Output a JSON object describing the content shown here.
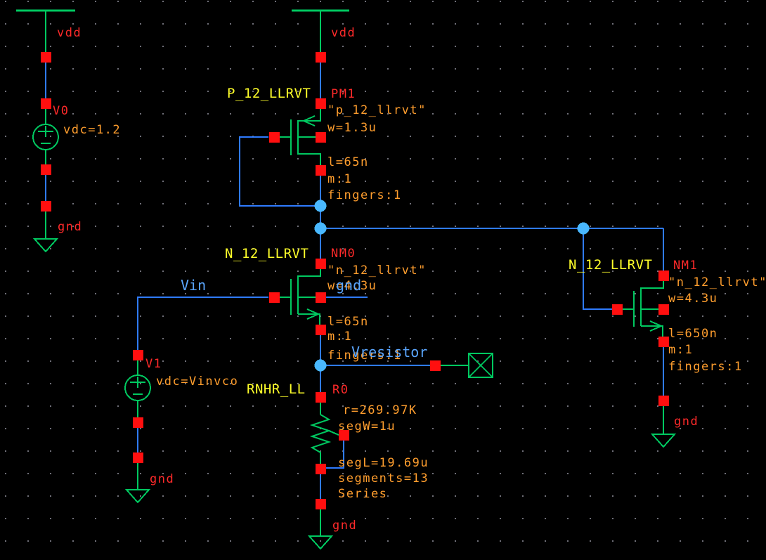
{
  "app": "schematic-editor-canvas",
  "colors": {
    "background": "#000000",
    "wire": "#2f7bff",
    "net_label": "#5aa6ff",
    "solder_dot": "#49b8ff",
    "device_green": "#00c860",
    "pin_red": "#ff0f0f",
    "instance_label_red": "#ff2a2a",
    "property_text_orange": "#ff9e2e",
    "cell_name_yellow": "#ffff2a",
    "grid_dot": "#6f6f78"
  },
  "nets": {
    "vin": "Vin",
    "vresistor": "Vresistor",
    "nm0_bulk_gnd": "gnd"
  },
  "v0": {
    "rail": "vdd",
    "name": "V0",
    "value": "vdc=1.2",
    "gnd": "gnd"
  },
  "v1": {
    "name": "V1",
    "value": "vdc=Vinvco",
    "gnd": "gnd"
  },
  "pm1": {
    "rail": "vdd",
    "cell": "P_12_LLRVT",
    "name": "PM1",
    "model": "\"p_12_llrvt\"",
    "w": "w=1.3u",
    "l": "l=65n",
    "m": "m:1",
    "fingers": "fingers:1"
  },
  "nm0": {
    "cell": "N_12_LLRVT",
    "name": "NM0",
    "model": "\"n_12_llrvt\"",
    "w": "w=4.3u",
    "l": "l=65n",
    "m": "m:1",
    "fingers": "fingers:1"
  },
  "nm1": {
    "cell": "N_12_LLRVT",
    "name": "NM1",
    "model": "\"n_12_llrvt\"",
    "w": "w=4.3u",
    "l": "l=650n",
    "m": "m:1",
    "fingers": "fingers:1",
    "gnd": "gnd"
  },
  "r0": {
    "cell": "RNHR_LL",
    "name": "R0",
    "r": "r=269.97K",
    "segw": "segW=1u",
    "segl": "segL=19.69u",
    "segments": "segments=13",
    "series": "Series",
    "gnd": "gnd"
  }
}
